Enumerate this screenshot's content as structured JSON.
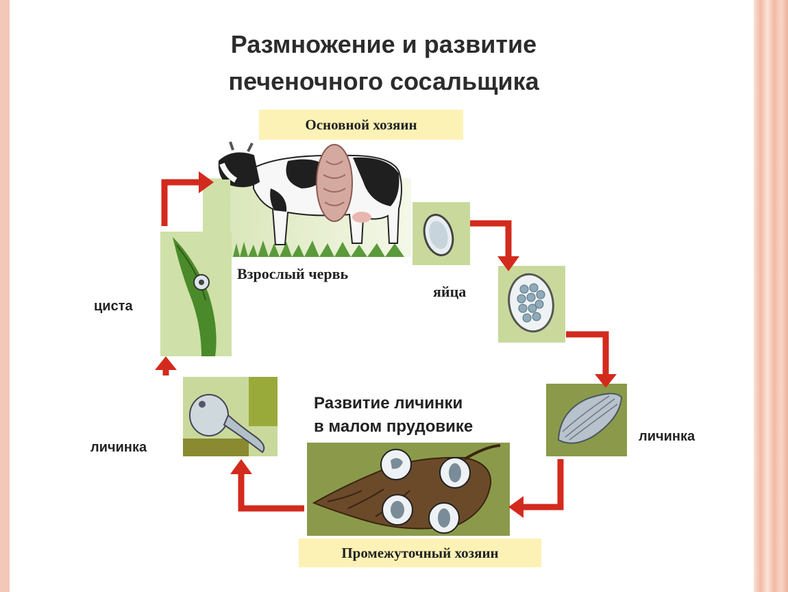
{
  "diagram": {
    "title_line1": "Размножение и развитие",
    "title_line2": "печеночного сосальщика",
    "main_host": "Основной хозяин",
    "adult_worm": "Взрослый червь",
    "eggs": "яйца",
    "cyst": "циста",
    "larva_right": "личинка",
    "larva_left": "личинка",
    "snail_caption_line1": "Развитие личинки",
    "snail_caption_line2": "в малом прудовике",
    "intermediate_host": "Промежуточный хозяин"
  },
  "colors": {
    "arrow": "#d32a1e",
    "panel_green": "#8a9a4a",
    "host_label_bg": "#fdf2b6"
  },
  "icons": [
    "cow-image",
    "fluke-image",
    "egg-image",
    "ciliated-larva-image",
    "snail-image",
    "tadpole-larva-image",
    "cyst-on-grass-image"
  ]
}
